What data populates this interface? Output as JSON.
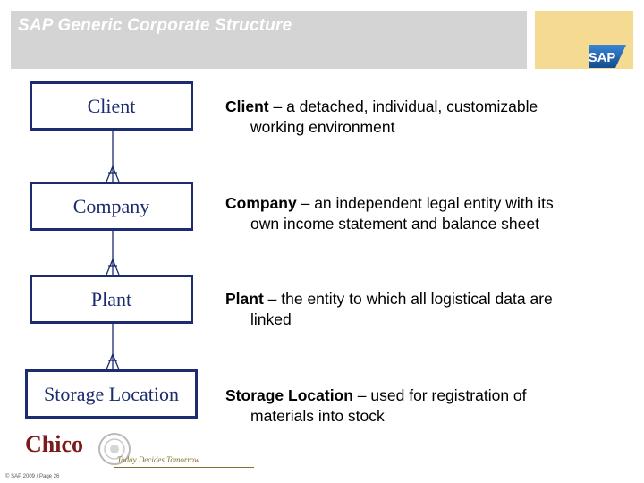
{
  "header": {
    "title": "SAP Generic Corporate Structure",
    "logo_text": "SAP"
  },
  "hierarchy": [
    {
      "label": "Client"
    },
    {
      "label": "Company"
    },
    {
      "label": "Plant"
    },
    {
      "label": "Storage Location"
    }
  ],
  "descriptions": [
    {
      "term": "Client",
      "line1": " – a detached, individual, customizable",
      "line2": "working environment"
    },
    {
      "term": "Company",
      "line1": " – an independent legal entity with its",
      "line2": "own income statement and balance sheet"
    },
    {
      "term": "Plant",
      "line1": " – the entity to which all logistical data are",
      "line2": "linked"
    },
    {
      "term": "Storage Location",
      "line1": " – used for registration of",
      "line2": "materials into stock"
    }
  ],
  "branding": {
    "chico_word": "Chico",
    "tagline": "Today Decides Tomorrow"
  },
  "footer": {
    "text": "© SAP 2009 / Page 26"
  },
  "colors": {
    "header_bg": "#d4d4d4",
    "logo_bg": "#f5da92",
    "box_border": "#1c2c6e",
    "sap_blue": "#1a5aa8"
  }
}
